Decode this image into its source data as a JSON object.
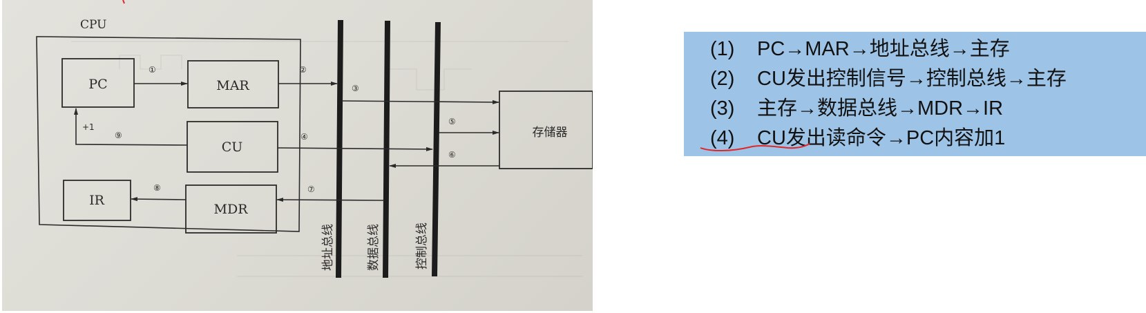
{
  "diagram": {
    "cpu_label": "CPU",
    "blocks": {
      "pc": "PC",
      "mar": "MAR",
      "cu": "CU",
      "ir": "IR",
      "mdr": "MDR",
      "memory": "存储器"
    },
    "pc_increment_label": "+1",
    "step_markers": [
      "①",
      "②",
      "③",
      "④",
      "⑤",
      "⑥",
      "⑦",
      "⑧",
      "⑨"
    ],
    "buses": {
      "address": "地址总线",
      "data": "数据总线",
      "control": "控制总线"
    },
    "colors": {
      "paper": "#dfded8",
      "ink": "#2a2a2a",
      "bus": "#1c1c1c"
    }
  },
  "steps_panel": {
    "background": "#9dc3e6",
    "items": [
      {
        "index": "(1)",
        "text": "PC→MAR→地址总线→主存"
      },
      {
        "index": "(2)",
        "text": "CU发出控制信号→控制总线→主存"
      },
      {
        "index": "(3)",
        "text": "主存→数据总线→MDR→IR"
      },
      {
        "index": "(4)",
        "text": "CU发出读命令→PC内容加1"
      }
    ],
    "annotation_color": "#e0262b"
  }
}
